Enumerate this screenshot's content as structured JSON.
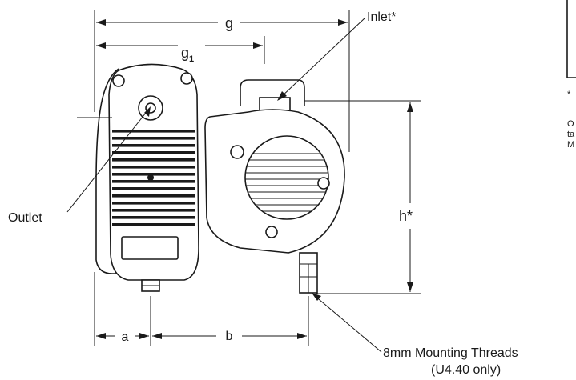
{
  "dimensions": {
    "g": "g",
    "g1_base": "g",
    "g1_sub": "1",
    "h": "h*",
    "a": "a",
    "b": "b"
  },
  "callouts": {
    "inlet": "Inlet*",
    "outlet": "Outlet",
    "mounting_line1": "8mm Mounting Threads",
    "mounting_line2": "(U4.40 only)"
  },
  "side_note": {
    "asterisk": "*",
    "line1": "O",
    "line2": "ta",
    "line3": "M"
  }
}
